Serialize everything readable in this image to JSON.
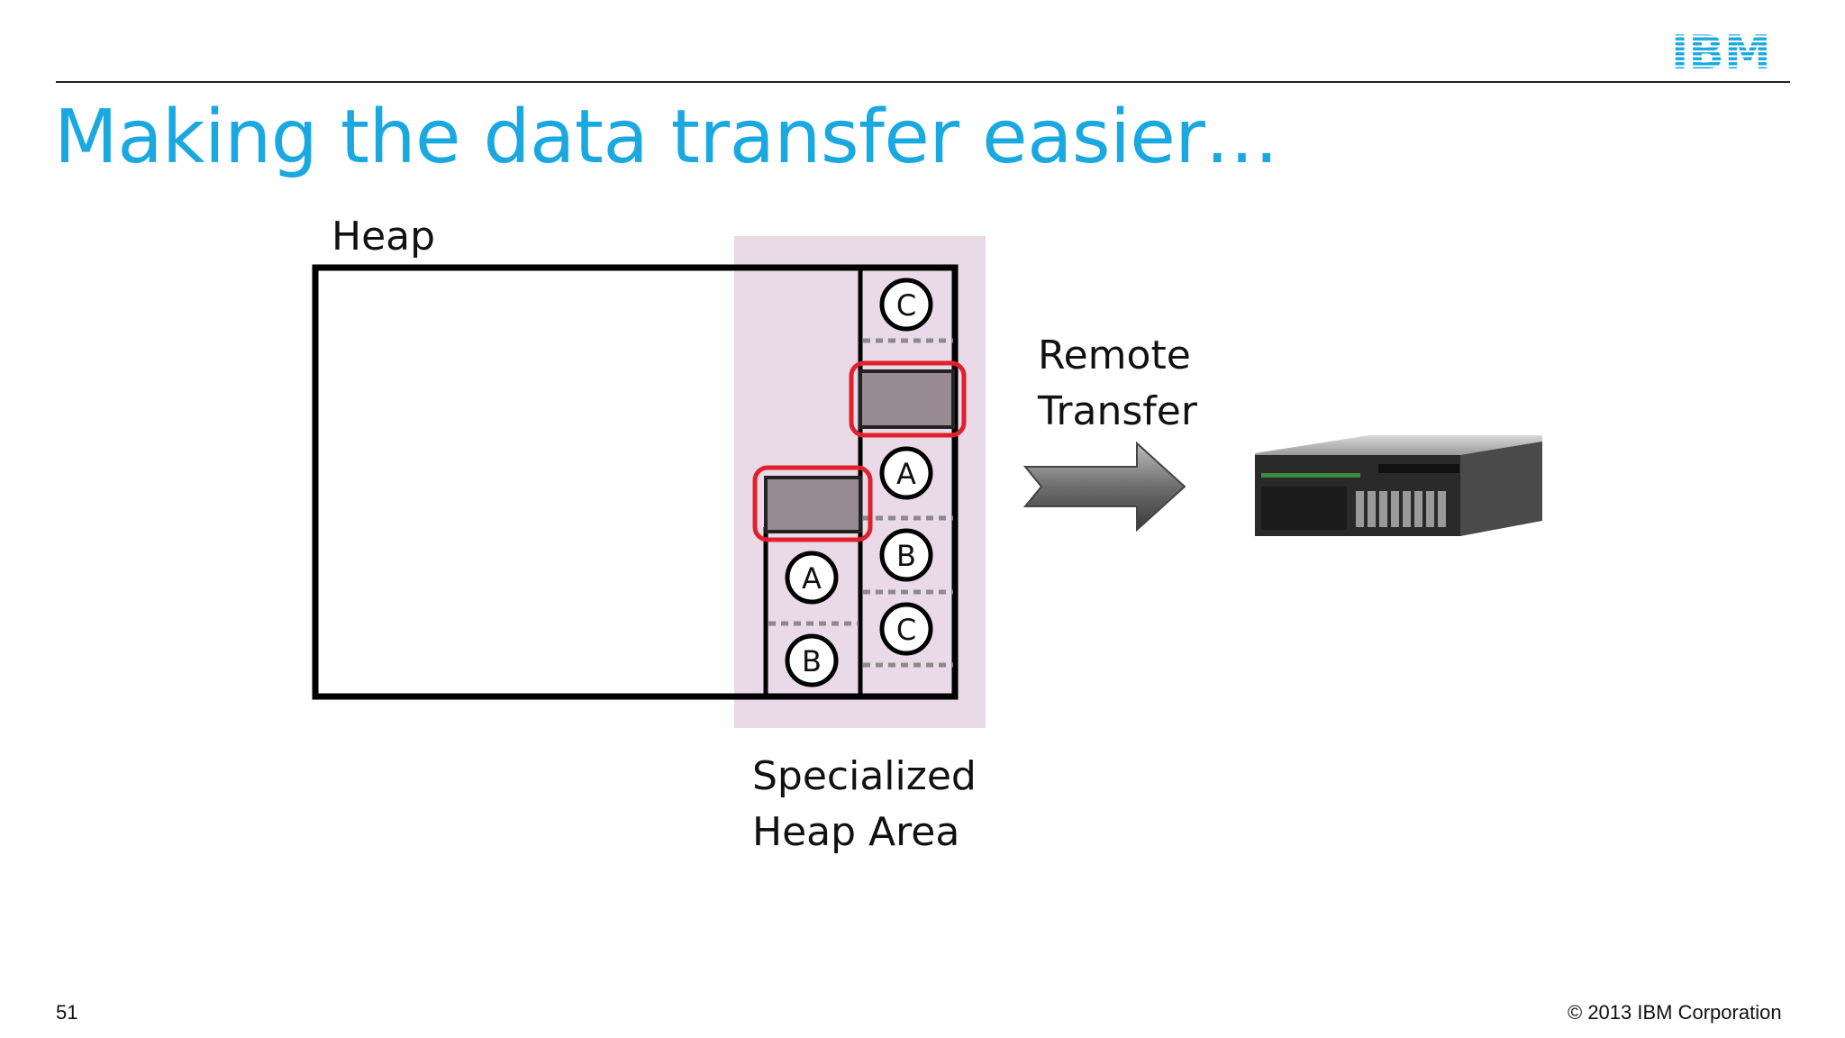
{
  "slide": {
    "title": "Making the data transfer easier…",
    "logo": "IBM",
    "page_number": "51",
    "copyright": "© 2013 IBM Corporation"
  },
  "diagram": {
    "heap_label": "Heap",
    "specialized_label_line1": "Specialized",
    "specialized_label_line2": "Heap Area",
    "remote_label_line1": "Remote",
    "remote_label_line2": "Transfer",
    "objects": {
      "right_column": [
        "C",
        "A",
        "B",
        "C"
      ],
      "left_column": [
        "A",
        "B"
      ]
    },
    "colors": {
      "title": "#1aa8e0",
      "specialized_area": "#ead9e6",
      "highlight": "#e0202c",
      "moved_block": "#978a92",
      "logo": "#1aa8e0"
    },
    "icons": [
      "arrow-right-icon",
      "server-icon"
    ]
  }
}
